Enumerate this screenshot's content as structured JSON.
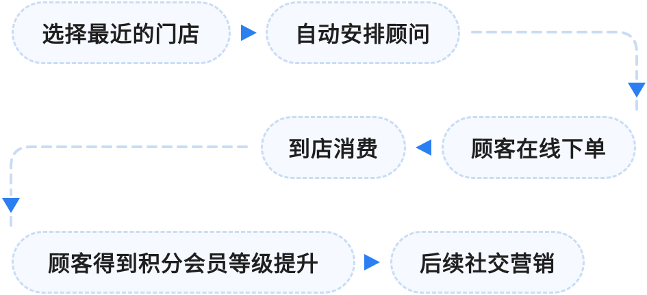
{
  "steps": [
    {
      "label": "选择最近的门店"
    },
    {
      "label": "自动安排顾问"
    },
    {
      "label": "顾客在线下单"
    },
    {
      "label": "到店消费"
    },
    {
      "label": "顾客得到积分会员等级提升"
    },
    {
      "label": "后续社交营销"
    }
  ],
  "colors": {
    "arrow": "#2b7ff0",
    "node_border": "#c9dcf5",
    "node_fill": "#f6f9ff",
    "connector": "#c9dcf5",
    "text": "#1f1f1f"
  }
}
